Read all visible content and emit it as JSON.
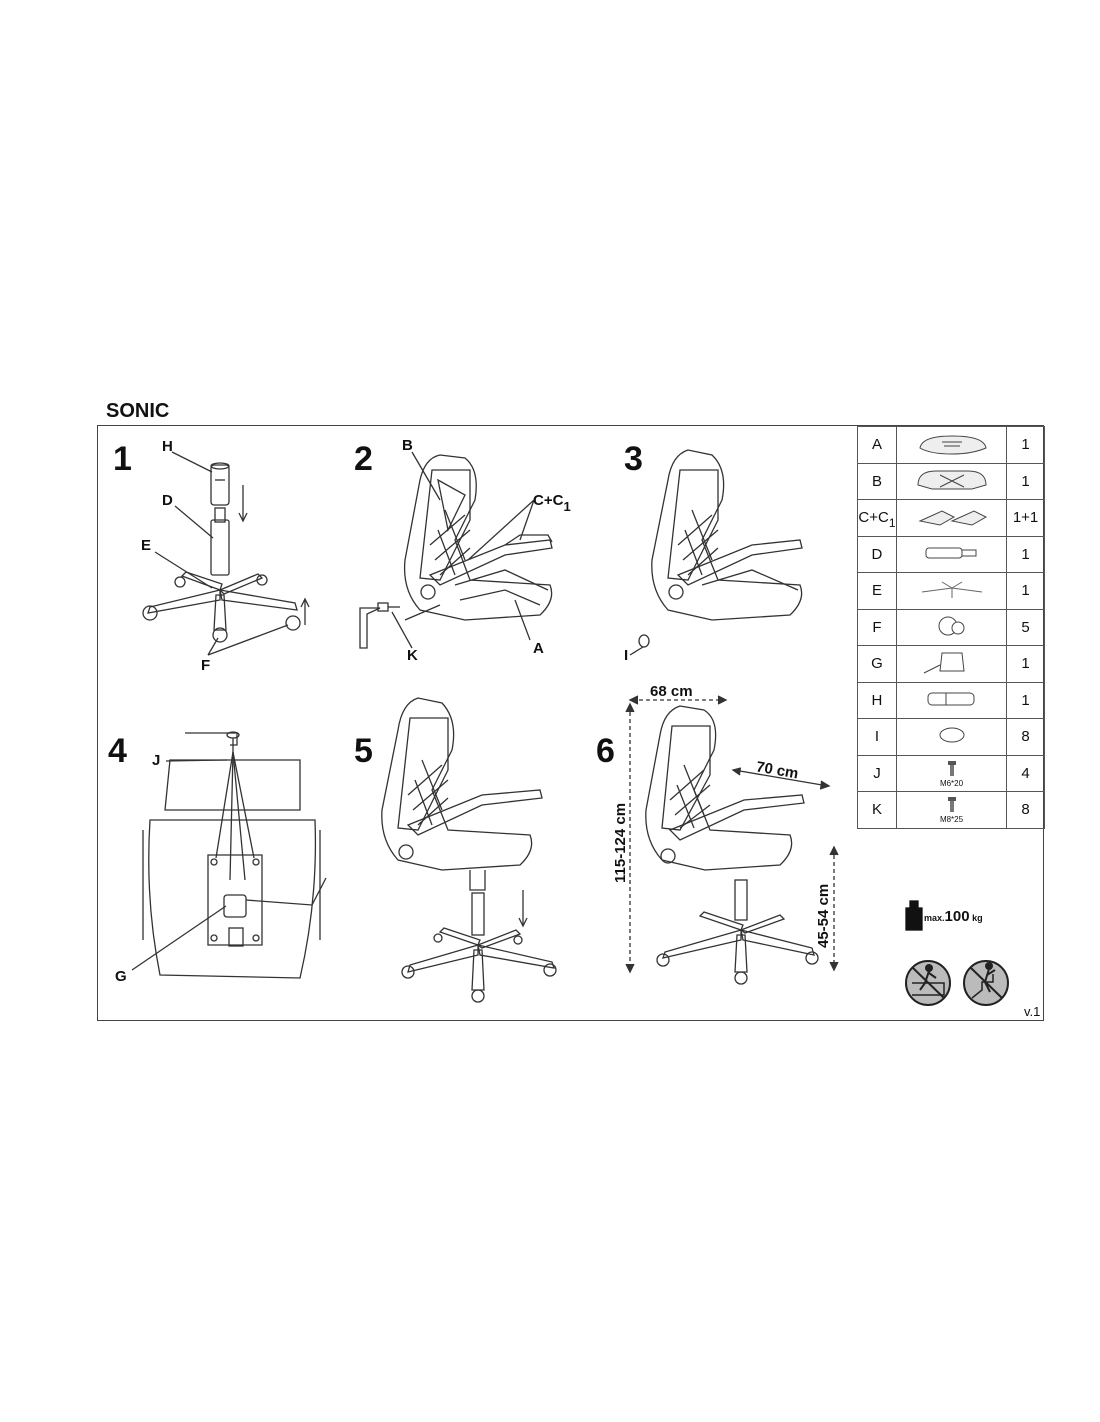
{
  "title": "SONIC",
  "steps": [
    "1",
    "2",
    "3",
    "4",
    "5",
    "6"
  ],
  "labels": {
    "s1": {
      "H": "H",
      "D": "D",
      "E": "E",
      "F": "F"
    },
    "s2": {
      "B": "B",
      "C": "C+C",
      "C_sub": "1",
      "K": "K",
      "A": "A"
    },
    "s3": {
      "I": "I"
    },
    "s4": {
      "J": "J",
      "G": "G"
    }
  },
  "dimensions": {
    "width": "68 cm",
    "depth": "70 cm",
    "height": "115-124 cm",
    "seat_height": "45-54 cm"
  },
  "parts": [
    {
      "id": "A",
      "icon": "seat-cushion-icon",
      "qty": "1"
    },
    {
      "id": "B",
      "icon": "backrest-icon",
      "qty": "1"
    },
    {
      "id": "C+C",
      "sub": "1",
      "icon": "armrest-pair-icon",
      "qty": "1+1"
    },
    {
      "id": "D",
      "icon": "gas-lift-icon",
      "qty": "1"
    },
    {
      "id": "E",
      "icon": "star-base-icon",
      "qty": "1"
    },
    {
      "id": "F",
      "icon": "caster-icon",
      "qty": "5"
    },
    {
      "id": "G",
      "icon": "tilt-mechanism-icon",
      "qty": "1"
    },
    {
      "id": "H",
      "icon": "lift-cover-icon",
      "qty": "1"
    },
    {
      "id": "I",
      "icon": "screw-cap-icon",
      "qty": "8"
    },
    {
      "id": "J",
      "icon": "bolt-icon",
      "note": "M6*20",
      "qty": "4"
    },
    {
      "id": "K",
      "icon": "bolt-icon",
      "note": "M8*25",
      "qty": "8"
    }
  ],
  "max_load": {
    "prefix": "max.",
    "value": "100",
    "unit": "kg"
  },
  "version": "v.1"
}
